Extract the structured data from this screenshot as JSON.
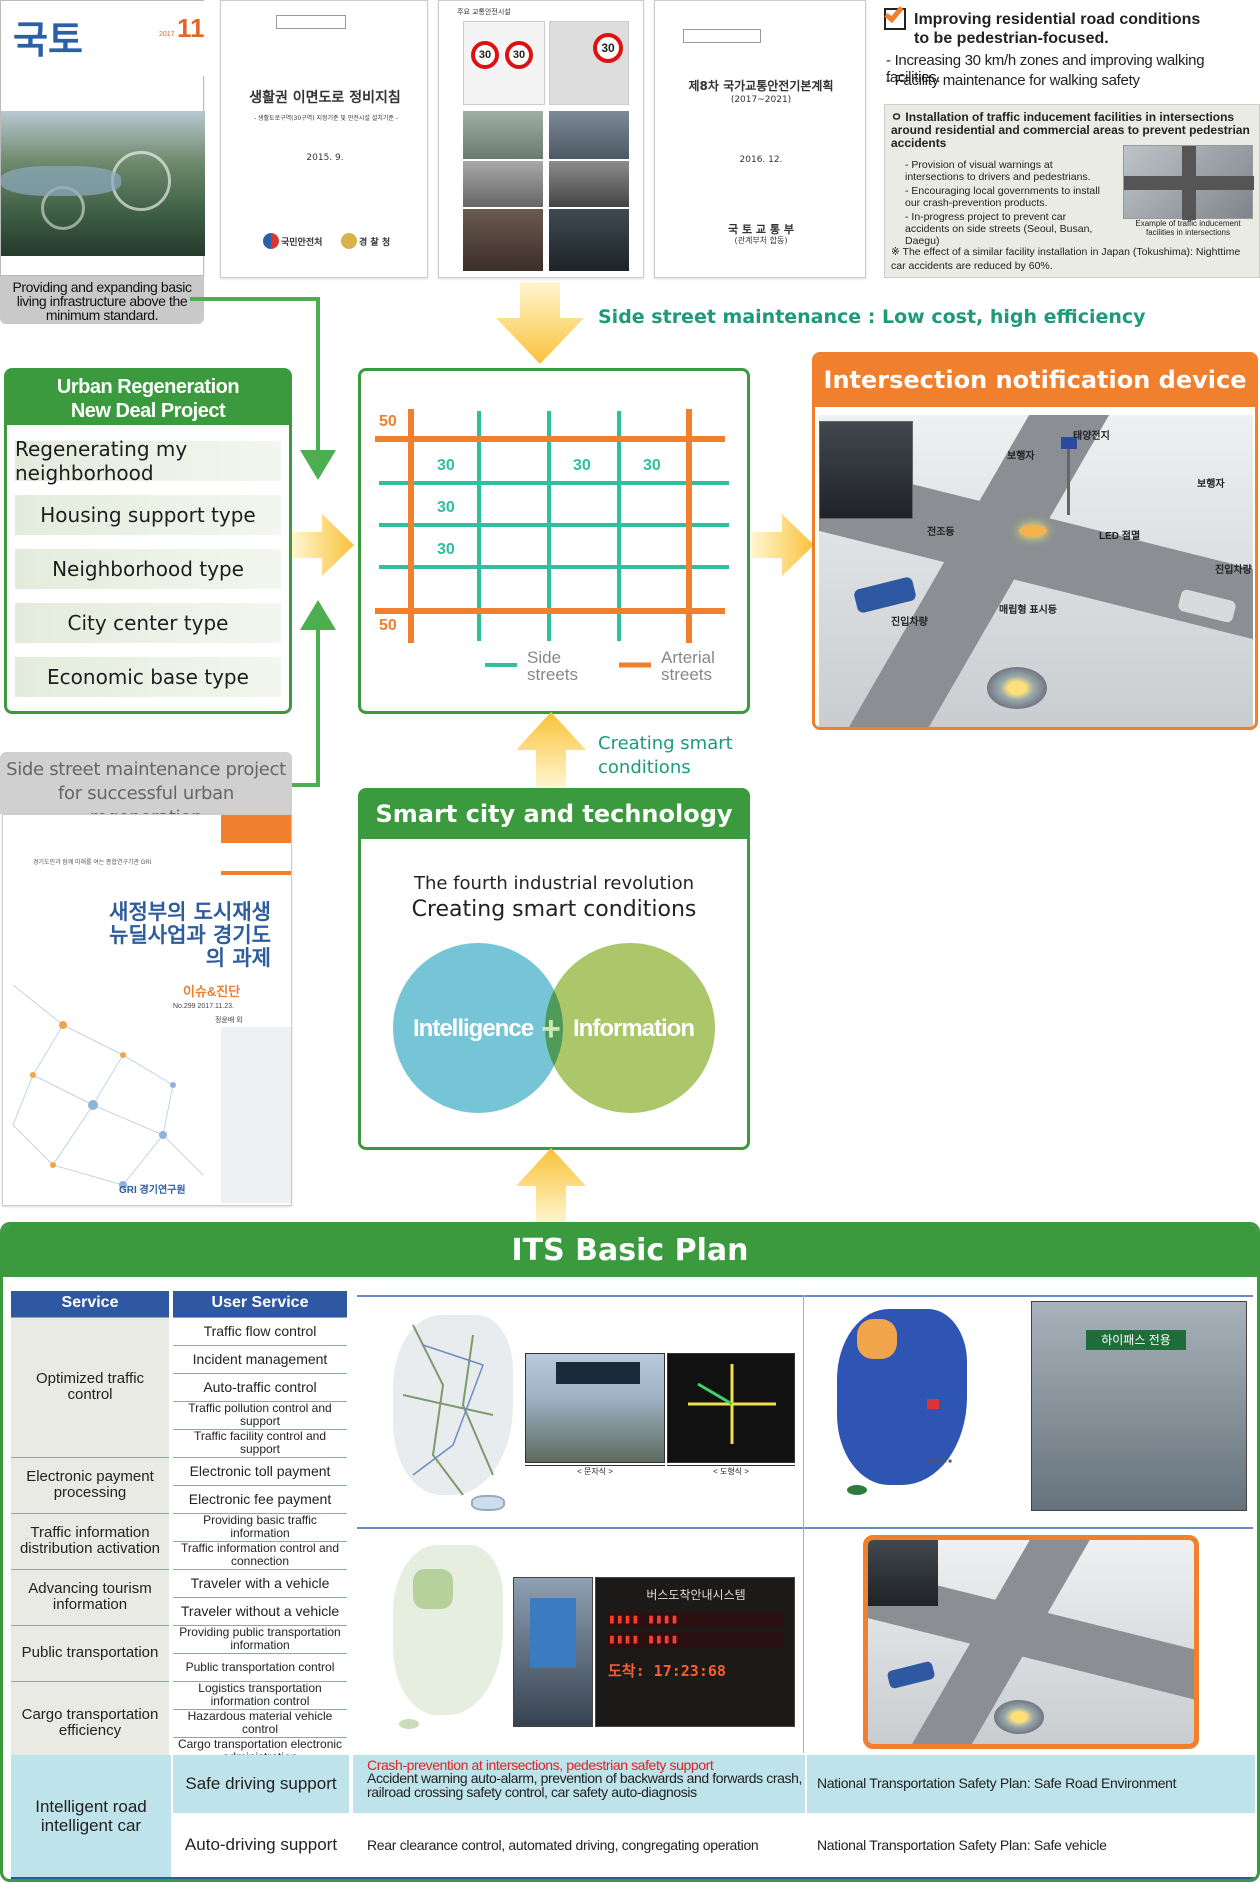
{
  "top": {
    "magazine": {
      "title": "국토",
      "issue": "11",
      "year": "2017",
      "caption": "Providing and expanding basic living infrastructure above the minimum standard."
    },
    "doc1": {
      "title": "생활권 이면도로 정비지침",
      "subtitle": "- 생활도로구역(30구역) 지정기준 및 안전시설 설치기준 -",
      "date": "2015. 9.",
      "org1": "국민안전처",
      "org2": "경 찰 청"
    },
    "doc2": {
      "heading": "주요 교통안전시설",
      "speed1": "30",
      "speed2": "30",
      "speed3": "30"
    },
    "doc3": {
      "title": "제8차 국가교통안전기본계획",
      "years": "(2017~2021)",
      "date": "2016. 12.",
      "org": "국 토 교 통 부",
      "org_sub": "(관계부처 합동)"
    },
    "checklist": {
      "heading": "Improving residential road conditions to be pedestrian-focused.",
      "items": [
        "- Increasing 30 km/h zones and improving walking facilities.",
        "- Facility maintenance for walking safety"
      ],
      "box_title": "ㅇ Installation of traffic inducement facilities in intersections around residential and commercial areas to prevent pedestrian accidents",
      "box_items": [
        "- Provision of visual warnings at intersections to drivers and pedestrians.",
        "- Encouraging local governments to install our crash-prevention products.",
        "- In-progress project to prevent car accidents on side streets (Seoul, Busan, Daegu)"
      ],
      "img_caption": "Example of traffic inducement facilities in intersections",
      "note": "※ The effect of a similar facility installation in Japan (Tokushima): Nighttime car accidents are reduced by 60%."
    }
  },
  "side_street_label": "Side street maintenance : Low cost, high efficiency",
  "urban": {
    "title": "Urban Regeneration New Deal Project District",
    "items": [
      "Regenerating my neighborhood",
      "Housing support type",
      "Neighborhood type",
      "City center type",
      "Economic base type"
    ]
  },
  "grid": {
    "top_speed": "50",
    "bottom_speed": "50",
    "labels": [
      "30",
      "30",
      "30",
      "30",
      "30"
    ],
    "legend_side": "Side streets",
    "legend_arterial": "Arterial streets"
  },
  "intersection": {
    "title": "Intersection notification device",
    "labels": [
      "보행자",
      "태양전지",
      "보행자",
      "전조등",
      "LED 점멸",
      "진입차량",
      "매립형 표시등",
      "진입차량"
    ]
  },
  "side_project": {
    "label": "Side street maintenance project for successful urban regeneration",
    "report_title": "새정부의 도시재생 뉴딜사업과 경기도의 과제",
    "report_tag": "이슈&진단",
    "report_issue": "No.299 2017.11.23.",
    "report_author": "정윤배 외",
    "report_logo": "GRI 경기연구원",
    "report_header": "경기도민과 함께 미래를 여는 종합연구기관 GRI"
  },
  "smart_label": "Creating smart conditions",
  "smart": {
    "title": "Smart city and technology",
    "line1": "The fourth industrial revolution",
    "line2": "Creating smart conditions",
    "left": "Intelligence",
    "right": "Information"
  },
  "its": {
    "title": "ITS Basic Plan",
    "col_service": "Service",
    "col_user": "User Service",
    "rows": [
      {
        "service": "Optimized traffic control",
        "users": [
          "Traffic flow control",
          "Incident management",
          "Auto-traffic control",
          "Traffic pollution control and support",
          "Traffic facility control and support"
        ]
      },
      {
        "service": "Electronic payment processing",
        "users": [
          "Electronic toll payment",
          "Electronic fee payment"
        ]
      },
      {
        "service": "Traffic information distribution activation",
        "users": [
          "Providing basic traffic information",
          "Traffic information control and connection"
        ]
      },
      {
        "service": "Advancing tourism information",
        "users": [
          "Traveler with a vehicle",
          "Traveler without a vehicle"
        ]
      },
      {
        "service": "Public transportation",
        "users": [
          "Providing public transportation information",
          "Public transportation control"
        ]
      },
      {
        "service": "Cargo transportation efficiency",
        "users": [
          "Logistics transportation information control",
          "Hazardous material vehicle control",
          "Cargo transportation electronic administration"
        ]
      }
    ],
    "bottom": {
      "service": "Intelligent road intelligent car",
      "r1_user": "Safe driving support",
      "r1_red": "Crash-prevention at intersections, pedestrian safety support",
      "r1_desc": "Accident warning auto-alarm, prevention of backwards and forwards crash, railroad crossing safety control, car safety auto-diagnosis",
      "r1_plan": "National Transportation Safety Plan: Safe Road Environment",
      "r2_user": "Auto-driving support",
      "r2_desc": "Rear clearance control, automated driving, congregating operation",
      "r2_plan": "National Transportation Safety Plan: Safe vehicle"
    },
    "photo_captions": [
      "< 문자식 >",
      "< 도형식 >"
    ],
    "bus_sign": "버스도착안내시스템",
    "bus_time": "도착: 17:23:68",
    "hipass": "하이패스 전용"
  },
  "colors": {
    "green": "#3b9a3e",
    "orange": "#f07f2e",
    "teal": "#2fbf9f",
    "blue": "#2f58a3",
    "yellow": "#f9c23a",
    "grey": "#999999"
  }
}
